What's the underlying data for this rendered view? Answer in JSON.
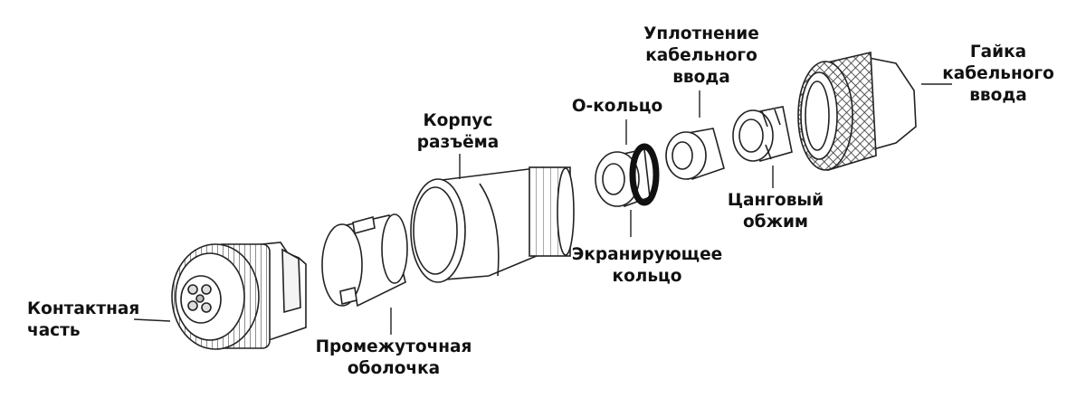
{
  "diagram": {
    "labels": {
      "contact_part": "Контактная\nчасть",
      "intermediate_shell": "Промежуточная\nоболочка",
      "connector_body": "Корпус\nразъёма",
      "shield_ring": "Экранирующее\nкольцо",
      "o_ring": "О-кольцо",
      "cable_gland_seal": "Уплотнение\nкабельного\nввода",
      "collet_clamp": "Цанговый\nобжим",
      "cable_gland_nut": "Гайка\nкабельного\nввода"
    }
  }
}
